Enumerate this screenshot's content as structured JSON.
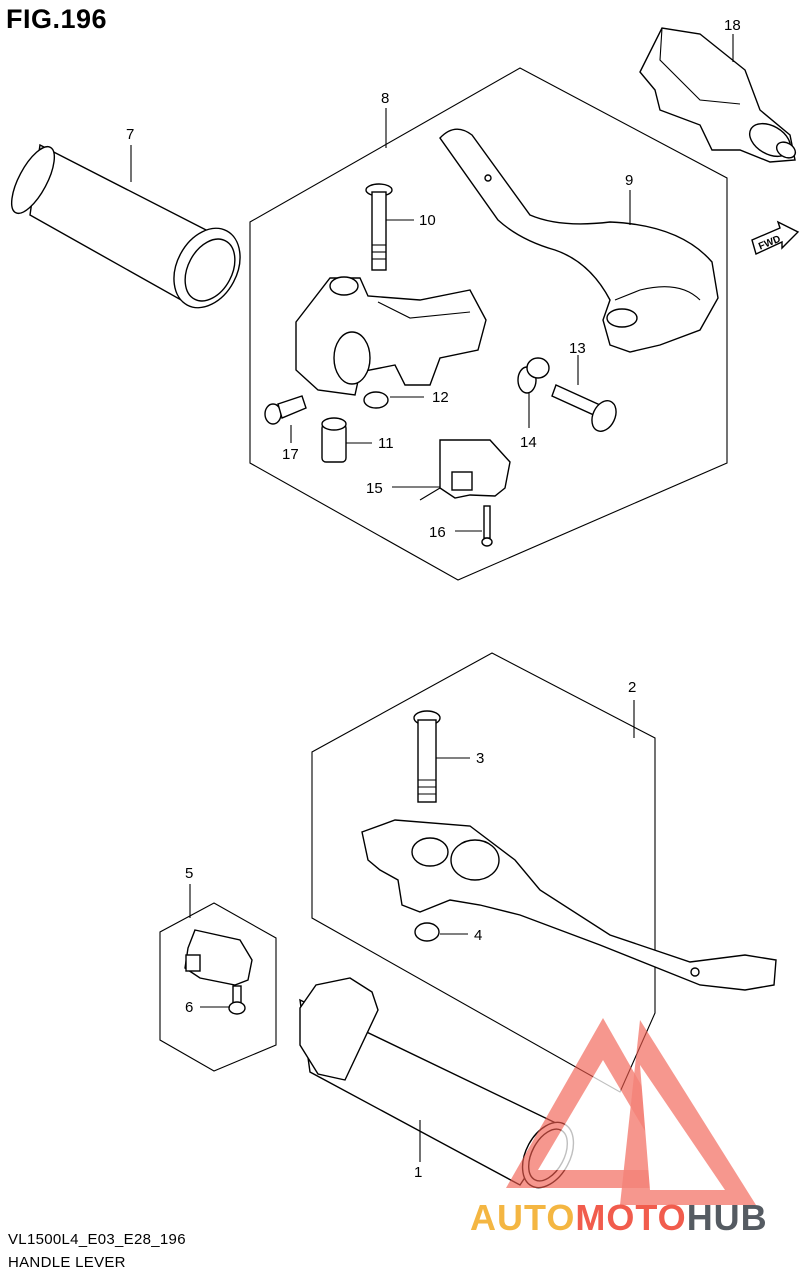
{
  "figure": {
    "title": "FIG.196",
    "code": "VL1500L4_E03_E28_196",
    "name": "HANDLE LEVER"
  },
  "direction_badge": "FWD",
  "callouts": [
    "1",
    "2",
    "3",
    "4",
    "5",
    "6",
    "7",
    "8",
    "9",
    "10",
    "11",
    "12",
    "13",
    "14",
    "15",
    "16",
    "17",
    "18"
  ],
  "watermark": {
    "part_a": "AUTO",
    "part_b": "MOTO",
    "part_c": "HUB",
    "color_a": "#f4b642",
    "color_b": "#f15c4d",
    "color_c": "#555b62",
    "logo_color": "#f15c4d"
  }
}
